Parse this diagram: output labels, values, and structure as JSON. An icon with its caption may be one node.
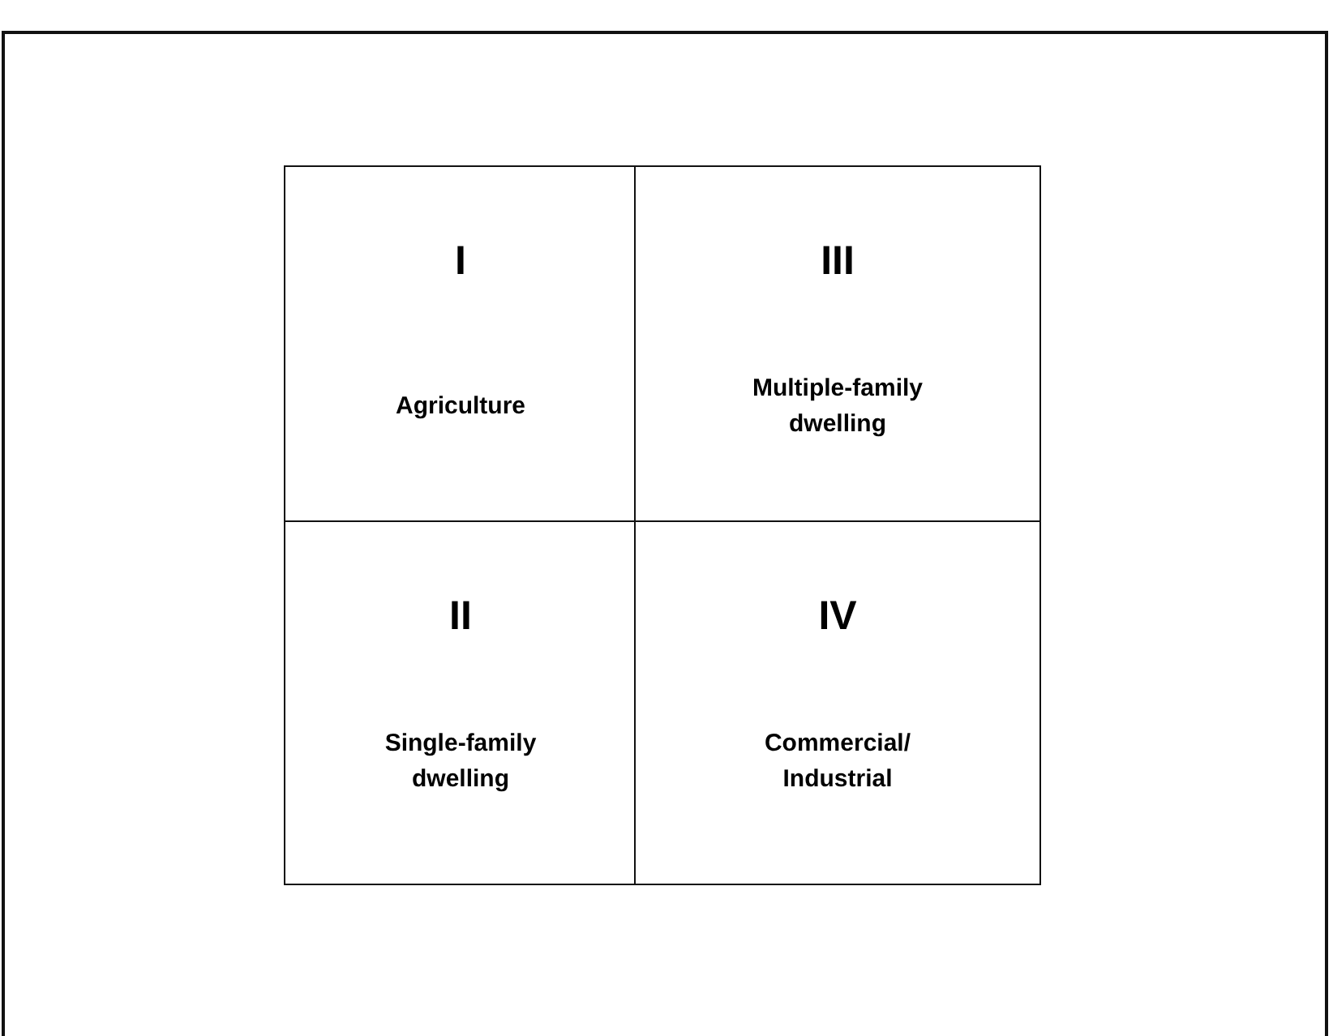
{
  "diagram": {
    "nodes": [
      {
        "text": [
          "I",
          "Agriculture"
        ]
      },
      {
        "text": [
          "III",
          "Multiple-family dwelling"
        ]
      },
      {
        "text": [
          "II",
          "Single-family dwelling"
        ]
      },
      {
        "text": [
          "IV",
          "Commercial/ Industrial"
        ]
      }
    ]
  }
}
